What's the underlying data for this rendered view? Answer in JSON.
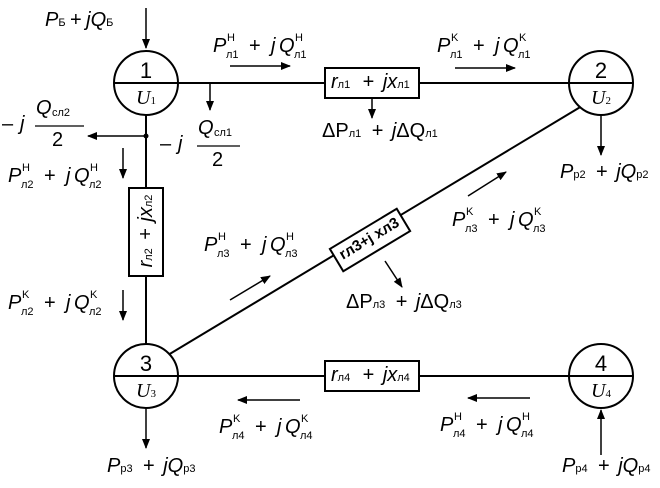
{
  "nodes": [
    {
      "num": "1",
      "u": "U",
      "usub": "1"
    },
    {
      "num": "2",
      "u": "U",
      "usub": "2"
    },
    {
      "num": "3",
      "u": "U",
      "usub": "3"
    },
    {
      "num": "4",
      "u": "U",
      "usub": "4"
    }
  ],
  "labels": {
    "pb": {
      "main": "P",
      "sub": "Б",
      "plus": "+",
      "j": "j",
      "q": "Q",
      "qsub": "Б"
    },
    "pl1n": {
      "p": "P",
      "psup": "H",
      "psub": "л1",
      "plus": "+",
      "j": "j",
      "q": "Q",
      "qsup": "H",
      "qsub": "л1"
    },
    "pl1k": {
      "p": "P",
      "psup": "K",
      "psub": "л1",
      "plus": "+",
      "j": "j",
      "q": "Q",
      "qsup": "K",
      "qsub": "л1"
    },
    "z1": {
      "r": "r",
      "rsub": "л1",
      "plus": "+",
      "jx": "jx",
      "xsub": "л1"
    },
    "dl1": {
      "dp": "ΔP",
      "dpsub": "л1",
      "plus": "+",
      "j": "j",
      "dq": "ΔQ",
      "dqsub": "л1"
    },
    "qcl2": {
      "minus": "–",
      "j": "j",
      "q": "Q",
      "qsub": "сл2",
      "den": "2"
    },
    "qcl1": {
      "minus": "–",
      "j": "j",
      "q": "Q",
      "qsub": "сл1",
      "den": "2"
    },
    "pl2n": {
      "p": "P",
      "psup": "H",
      "psub": "л2",
      "plus": "+",
      "j": "j",
      "q": "Q",
      "qsup": "H",
      "qsub": "л2"
    },
    "pl2k": {
      "p": "P",
      "psup": "K",
      "psub": "л2",
      "plus": "+",
      "j": "j",
      "q": "Q",
      "qsup": "K",
      "qsub": "л2"
    },
    "z2": {
      "r": "r",
      "rsub": "л2",
      "plus": "+",
      "jx": "jx",
      "xsub": "л2"
    },
    "pr2": {
      "p": "P",
      "psub": "р2",
      "plus": "+",
      "j": "j",
      "q": "Q",
      "qsub": "р2"
    },
    "pl3k": {
      "p": "P",
      "psup": "K",
      "psub": "л3",
      "plus": "+",
      "j": "j",
      "q": "Q",
      "qsup": "K",
      "qsub": "л3"
    },
    "pl3n": {
      "p": "P",
      "psup": "H",
      "psub": "л3",
      "plus": "+",
      "j": "j",
      "q": "Q",
      "qsup": "H",
      "qsub": "л3"
    },
    "z3": {
      "text": "rл3+j xл3"
    },
    "dl3": {
      "dp": "ΔP",
      "dpsub": "л3",
      "plus": "+",
      "j": "j",
      "dq": "ΔQ",
      "dqsub": "л3"
    },
    "z4": {
      "r": "r",
      "rsub": "л4",
      "plus": "+",
      "jx": "jx",
      "xsub": "л4"
    },
    "pl4k": {
      "p": "P",
      "psup": "K",
      "psub": "л4",
      "plus": "+",
      "j": "j",
      "q": "Q",
      "qsup": "K",
      "qsub": "л4"
    },
    "pl4n": {
      "p": "P",
      "psup": "H",
      "psub": "л4",
      "plus": "+",
      "j": "j",
      "q": "Q",
      "qsup": "H",
      "qsub": "л4"
    },
    "pr3": {
      "p": "P",
      "psub": "р3",
      "plus": "+",
      "j": "j",
      "q": "Q",
      "qsub": "р3"
    },
    "pr4": {
      "p": "P",
      "psub": "р4",
      "plus": "+",
      "j": "j",
      "q": "Q",
      "qsub": "р4"
    }
  }
}
